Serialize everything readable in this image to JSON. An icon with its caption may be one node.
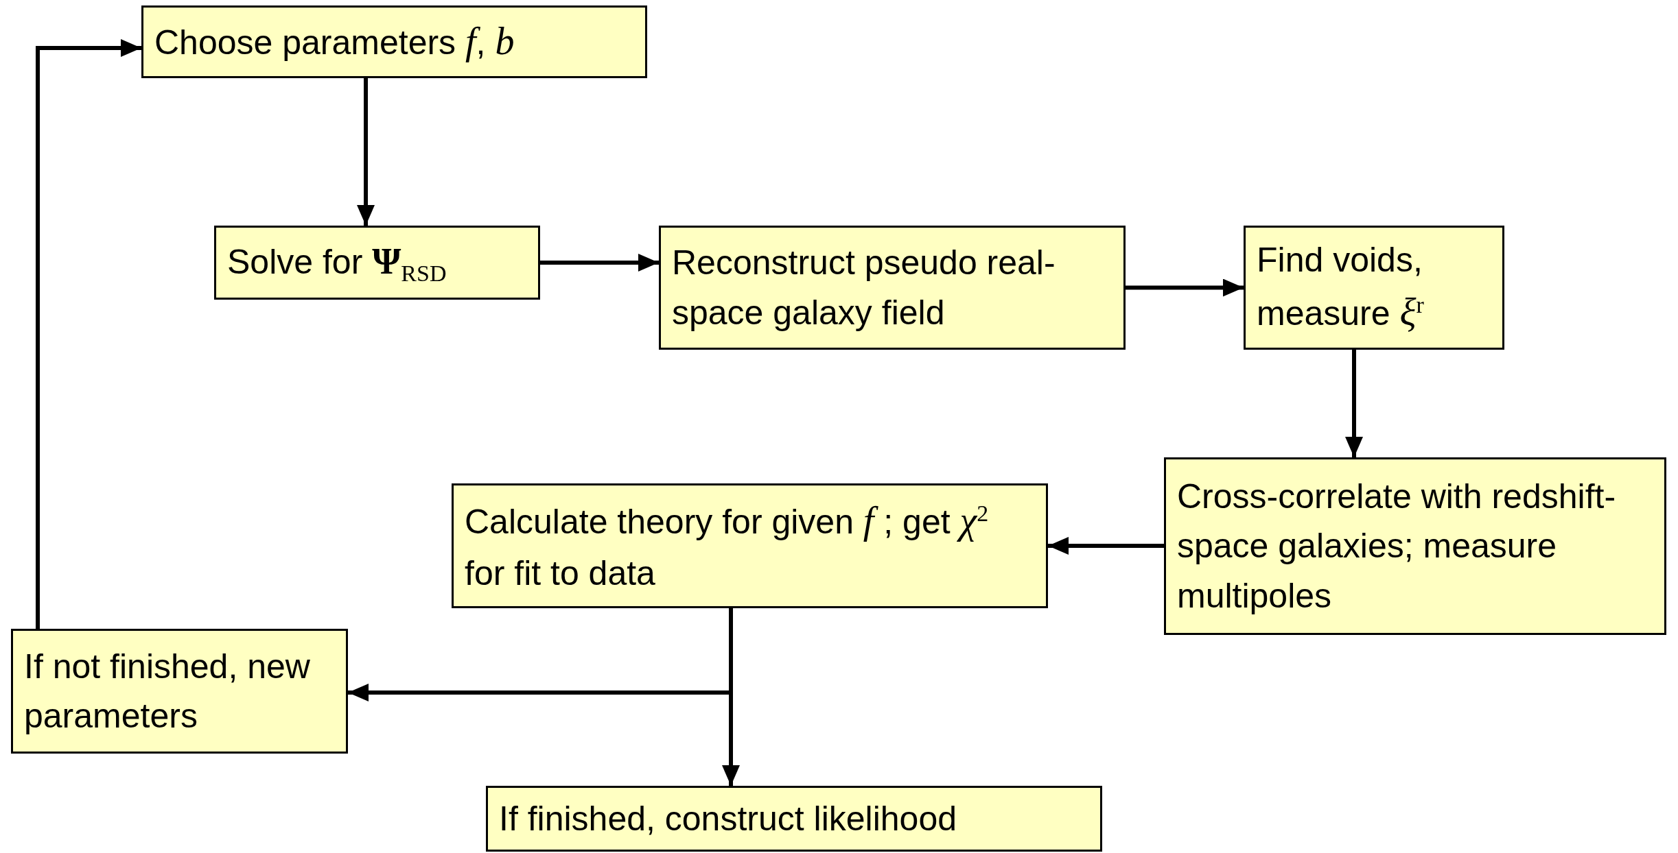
{
  "diagram": {
    "nodes": [
      {
        "text": [
          "Choose parameters *f*, *b*"
        ]
      },
      {
        "text": [
          "Solve for **Ψ**$_{RSD}$"
        ]
      },
      {
        "text": [
          "Reconstruct pseudo real-space galaxy field"
        ]
      },
      {
        "text": [
          "Find voids, measure *ξ*$^{r}$"
        ]
      },
      {
        "text": [
          "Cross-correlate with redshift-space galaxies; measure multipoles"
        ]
      },
      {
        "text": [
          "Calculate theory for given *f* ; get *χ*$^{2}$ for fit to data"
        ]
      },
      {
        "text": [
          "If not finished, new parameters"
        ]
      },
      {
        "text": [
          "If finished, construct likelihood"
        ]
      }
    ],
    "edges": [
      {
        "from": 0,
        "to": 1,
        "arrow": "to"
      },
      {
        "from": 1,
        "to": 2,
        "arrow": "to"
      },
      {
        "from": 2,
        "to": 3,
        "arrow": "to"
      },
      {
        "from": 3,
        "to": 4,
        "arrow": "to"
      },
      {
        "from": 4,
        "to": 5,
        "arrow": "to"
      },
      {
        "from": 5,
        "to": 6,
        "arrow": "to"
      },
      {
        "from": 5,
        "to": 7,
        "arrow": "to"
      },
      {
        "from": 6,
        "to": 0,
        "arrow": "to"
      }
    ]
  }
}
